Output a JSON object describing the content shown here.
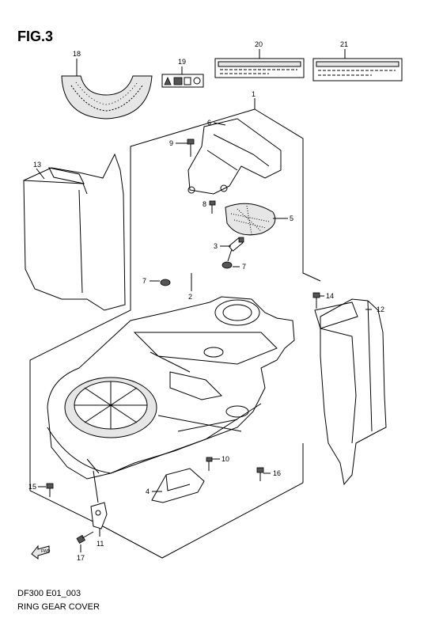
{
  "figure": {
    "title": "FIG.3",
    "diagram_code": "DF300 E01_003",
    "name": "RING GEAR COVER"
  },
  "callouts": [
    "1",
    "2",
    "3",
    "4",
    "5",
    "6",
    "7",
    "8",
    "9",
    "10",
    "11",
    "12",
    "13",
    "14",
    "15",
    "16",
    "17",
    "18",
    "19",
    "20",
    "21"
  ],
  "fwd_label": "FWD"
}
